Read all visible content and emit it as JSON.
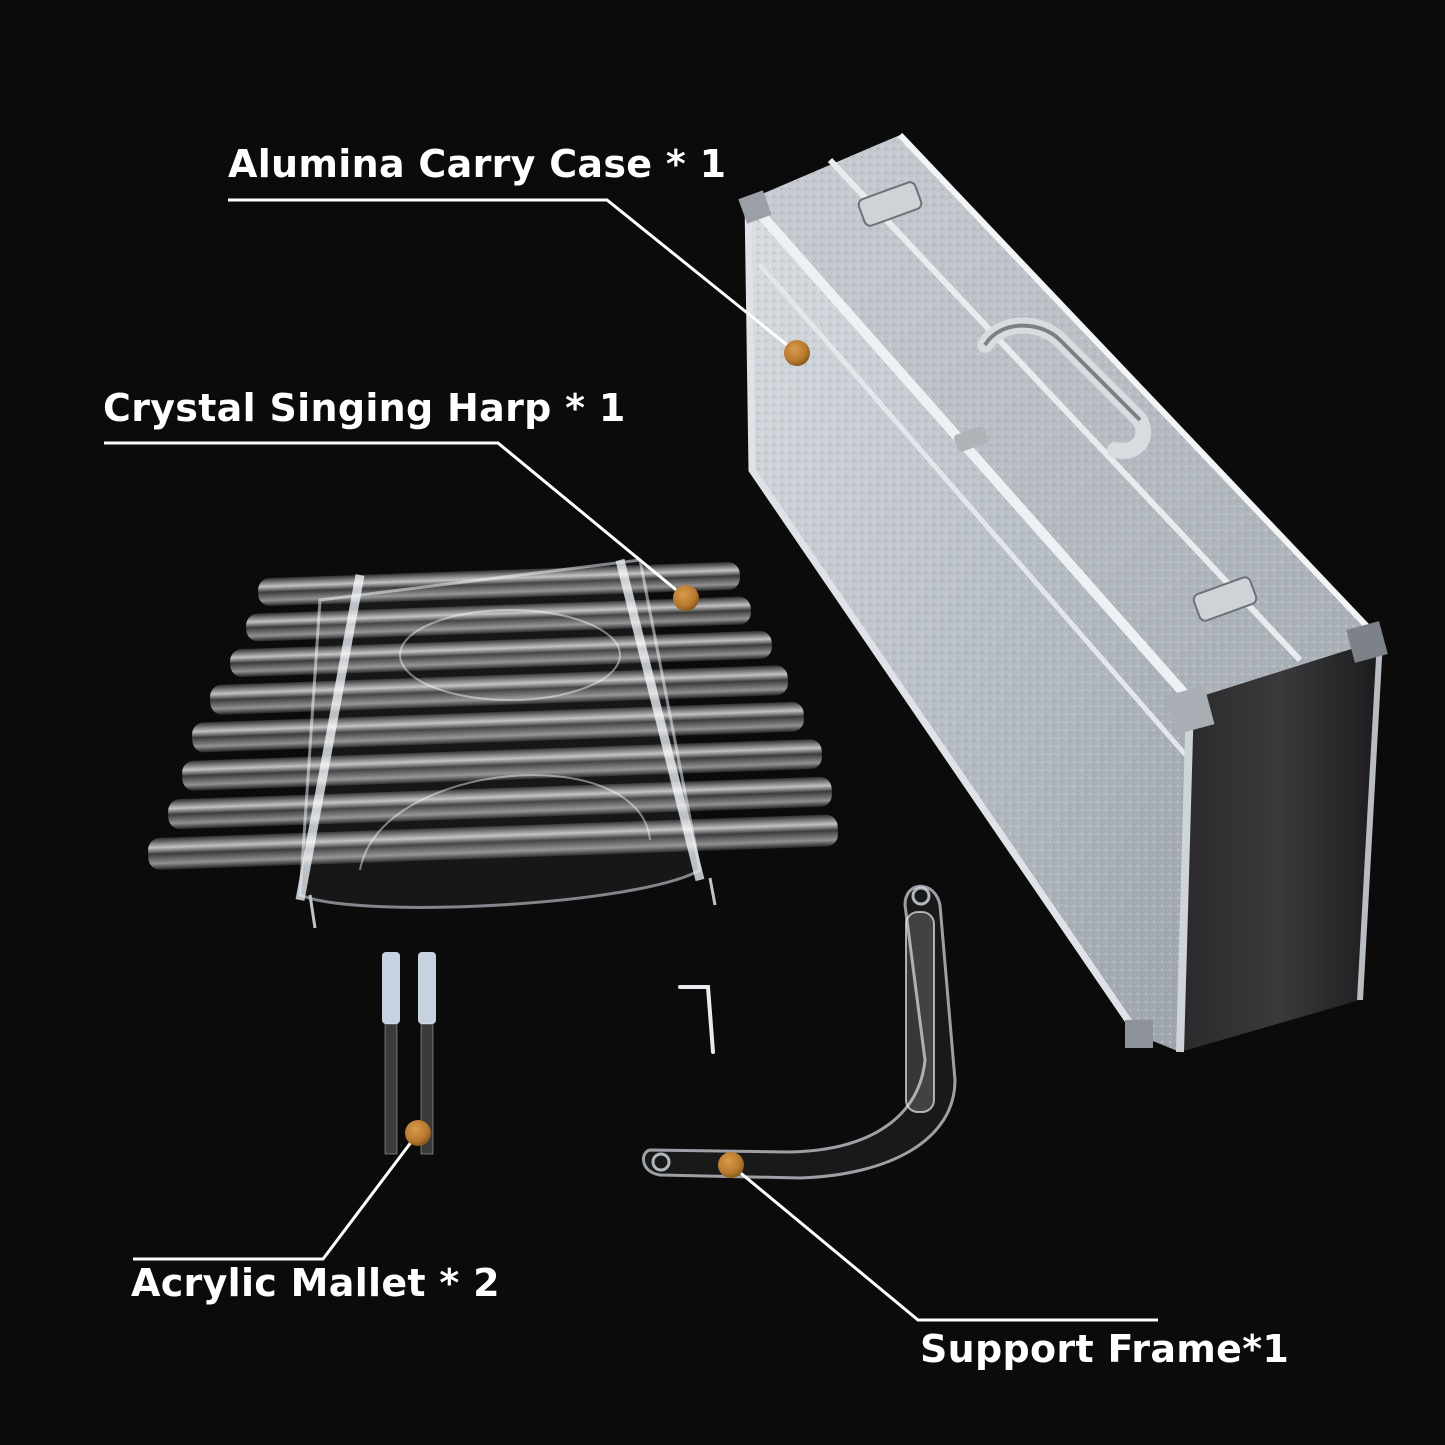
{
  "image": {
    "background_color": "#0b0b0c",
    "accent_dot_color": "#b77a2e",
    "callout_line_color": "#ffffff"
  },
  "callouts": [
    {
      "id": "case",
      "label": "Alumina Carry Case * 1",
      "item": "aluminum carry case"
    },
    {
      "id": "harp",
      "label": "Crystal Singing Harp * 1",
      "item": "crystal tube harp with acrylic frame"
    },
    {
      "id": "mallet",
      "label": "Acrylic Mallet * 2",
      "item": "two acrylic mallets"
    },
    {
      "id": "frame",
      "label": "Support Frame*1",
      "item": "acrylic support stand"
    }
  ],
  "harp": {
    "tube_count": 8
  },
  "mallets": {
    "count": 2
  },
  "extras": [
    "hex-key"
  ]
}
